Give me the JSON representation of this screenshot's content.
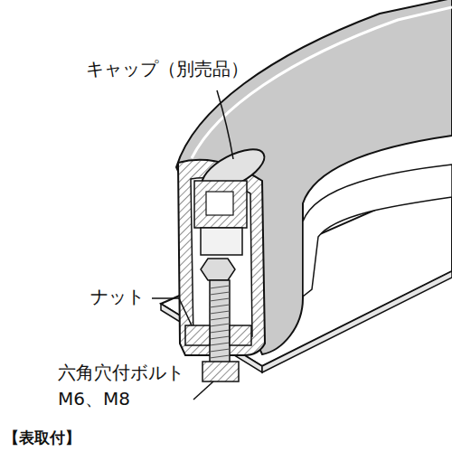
{
  "diagram": {
    "caption": "【表取付】",
    "labels": [
      "キャップ（別売品）",
      "ナット",
      "六角穴付ボルト M6、M8"
    ]
  }
}
